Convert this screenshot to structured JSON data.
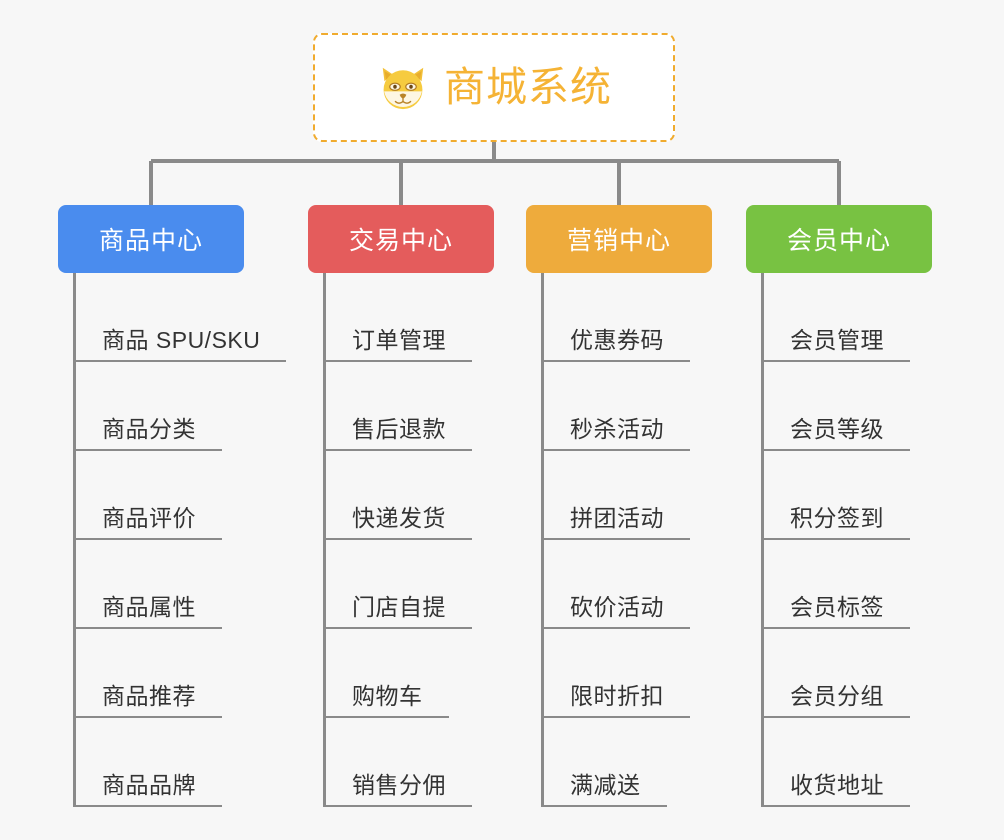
{
  "diagram": {
    "background_color": "#f7f7f7",
    "type": "mind-map",
    "root": {
      "title": "商城系统",
      "icon": "shiba-dog-emoji",
      "border_color": "#f0ab2e",
      "text_color": "#f5b335",
      "border_style": "dashed"
    },
    "branches": [
      {
        "label": "商品中心",
        "color": "#4a8cee",
        "color_name": "blue",
        "items": [
          "商品 SPU/SKU",
          "商品分类",
          "商品评价",
          "商品属性",
          "商品推荐",
          "商品品牌"
        ]
      },
      {
        "label": "交易中心",
        "color": "#e45c5c",
        "color_name": "red",
        "items": [
          "订单管理",
          "售后退款",
          "快递发货",
          "门店自提",
          "购物车",
          "销售分佣"
        ]
      },
      {
        "label": "营销中心",
        "color": "#eeab3c",
        "color_name": "orange",
        "items": [
          "优惠券码",
          "秒杀活动",
          "拼团活动",
          "砍价活动",
          "限时折扣",
          "满减送"
        ]
      },
      {
        "label": "会员中心",
        "color": "#78c242",
        "color_name": "green",
        "items": [
          "会员管理",
          "会员等级",
          "积分签到",
          "会员标签",
          "会员分组",
          "收货地址"
        ]
      }
    ],
    "connector_color": "#8a8a8a"
  }
}
